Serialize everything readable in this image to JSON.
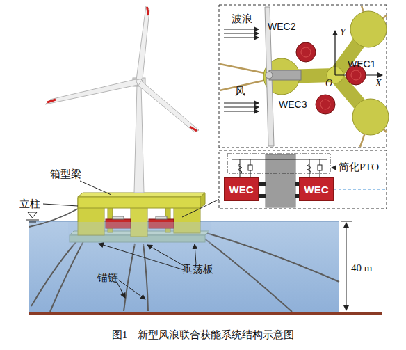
{
  "diagram": {
    "caption": "图1　新型风浪联合获能系统结构示意图",
    "nodes": [
      {
        "text": [
          "WEC2"
        ]
      },
      {
        "text": [
          "WEC1"
        ]
      },
      {
        "text": [
          "WEC3"
        ]
      },
      {
        "text": [
          "WEC"
        ]
      },
      {
        "text": [
          "WEC"
        ]
      }
    ],
    "labels": [
      "波浪",
      "Y",
      "O",
      "X",
      "风",
      "箱型梁",
      "简化PTO",
      "立柱",
      "锚链",
      "垂荡板",
      "40 m"
    ]
  }
}
